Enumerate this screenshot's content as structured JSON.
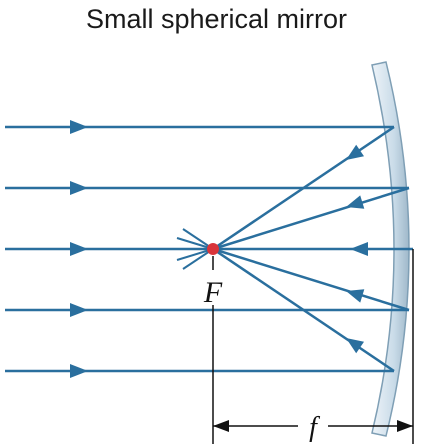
{
  "title": "Small spherical mirror",
  "focal_point_label": "F",
  "focal_length_label": "f",
  "colors": {
    "ray": "#2a6f9e",
    "mirror_fill": "#c9dbe8",
    "mirror_edge": "#7f9fb5",
    "focal_point": "#d9343a",
    "dimension": "#111111",
    "title_text": "#1a1a1a"
  }
}
